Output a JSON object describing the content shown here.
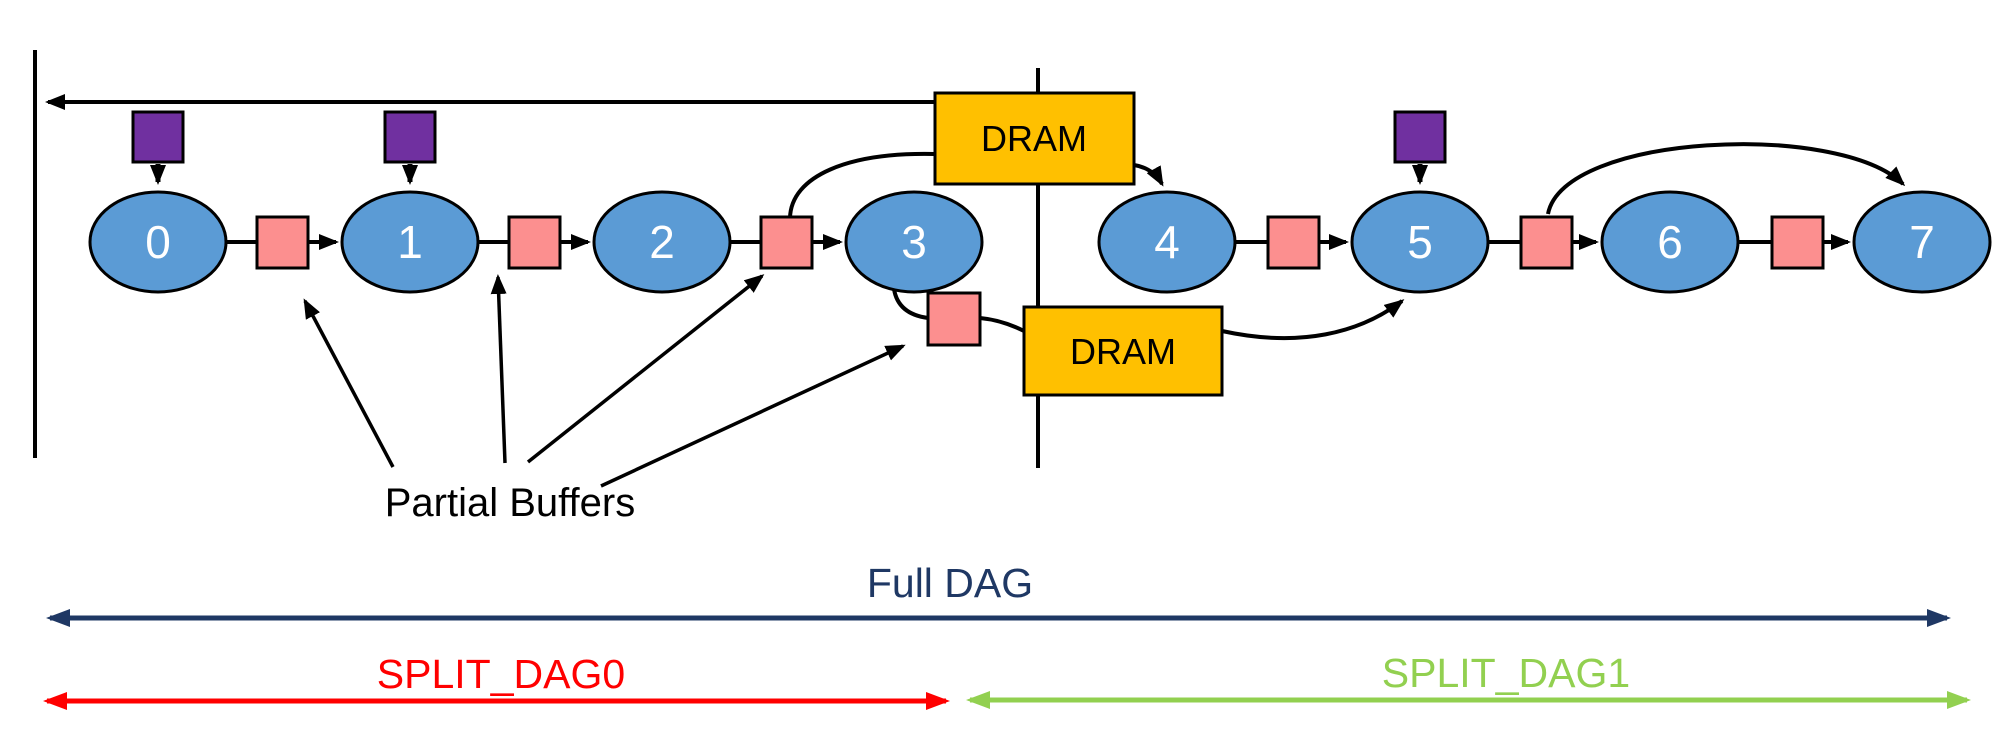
{
  "diagram": {
    "title": "DAG split across DRAM diagram",
    "nodes": [
      {
        "label": "0"
      },
      {
        "label": "1"
      },
      {
        "label": "2"
      },
      {
        "label": "3"
      },
      {
        "label": "4"
      },
      {
        "label": "5"
      },
      {
        "label": "6"
      },
      {
        "label": "7"
      }
    ],
    "dram_top": {
      "label": "DRAM"
    },
    "dram_bottom": {
      "label": "DRAM"
    },
    "annotations": {
      "partial_buffers": "Partial Buffers",
      "full_dag": "Full DAG",
      "split_dag0": "SPLIT_DAG0",
      "split_dag1": "SPLIT_DAG1"
    }
  },
  "colors": {
    "outline": "#000000",
    "node_fill": "#5B9BD5",
    "node_text": "#FFFFFF",
    "buffer_fill": "#FC8F8F",
    "input_fill": "#7030A0",
    "dram_fill": "#FFC000",
    "full_dag": "#1F3864",
    "split_dag0": "#FF0000",
    "split_dag1": "#92D050"
  }
}
